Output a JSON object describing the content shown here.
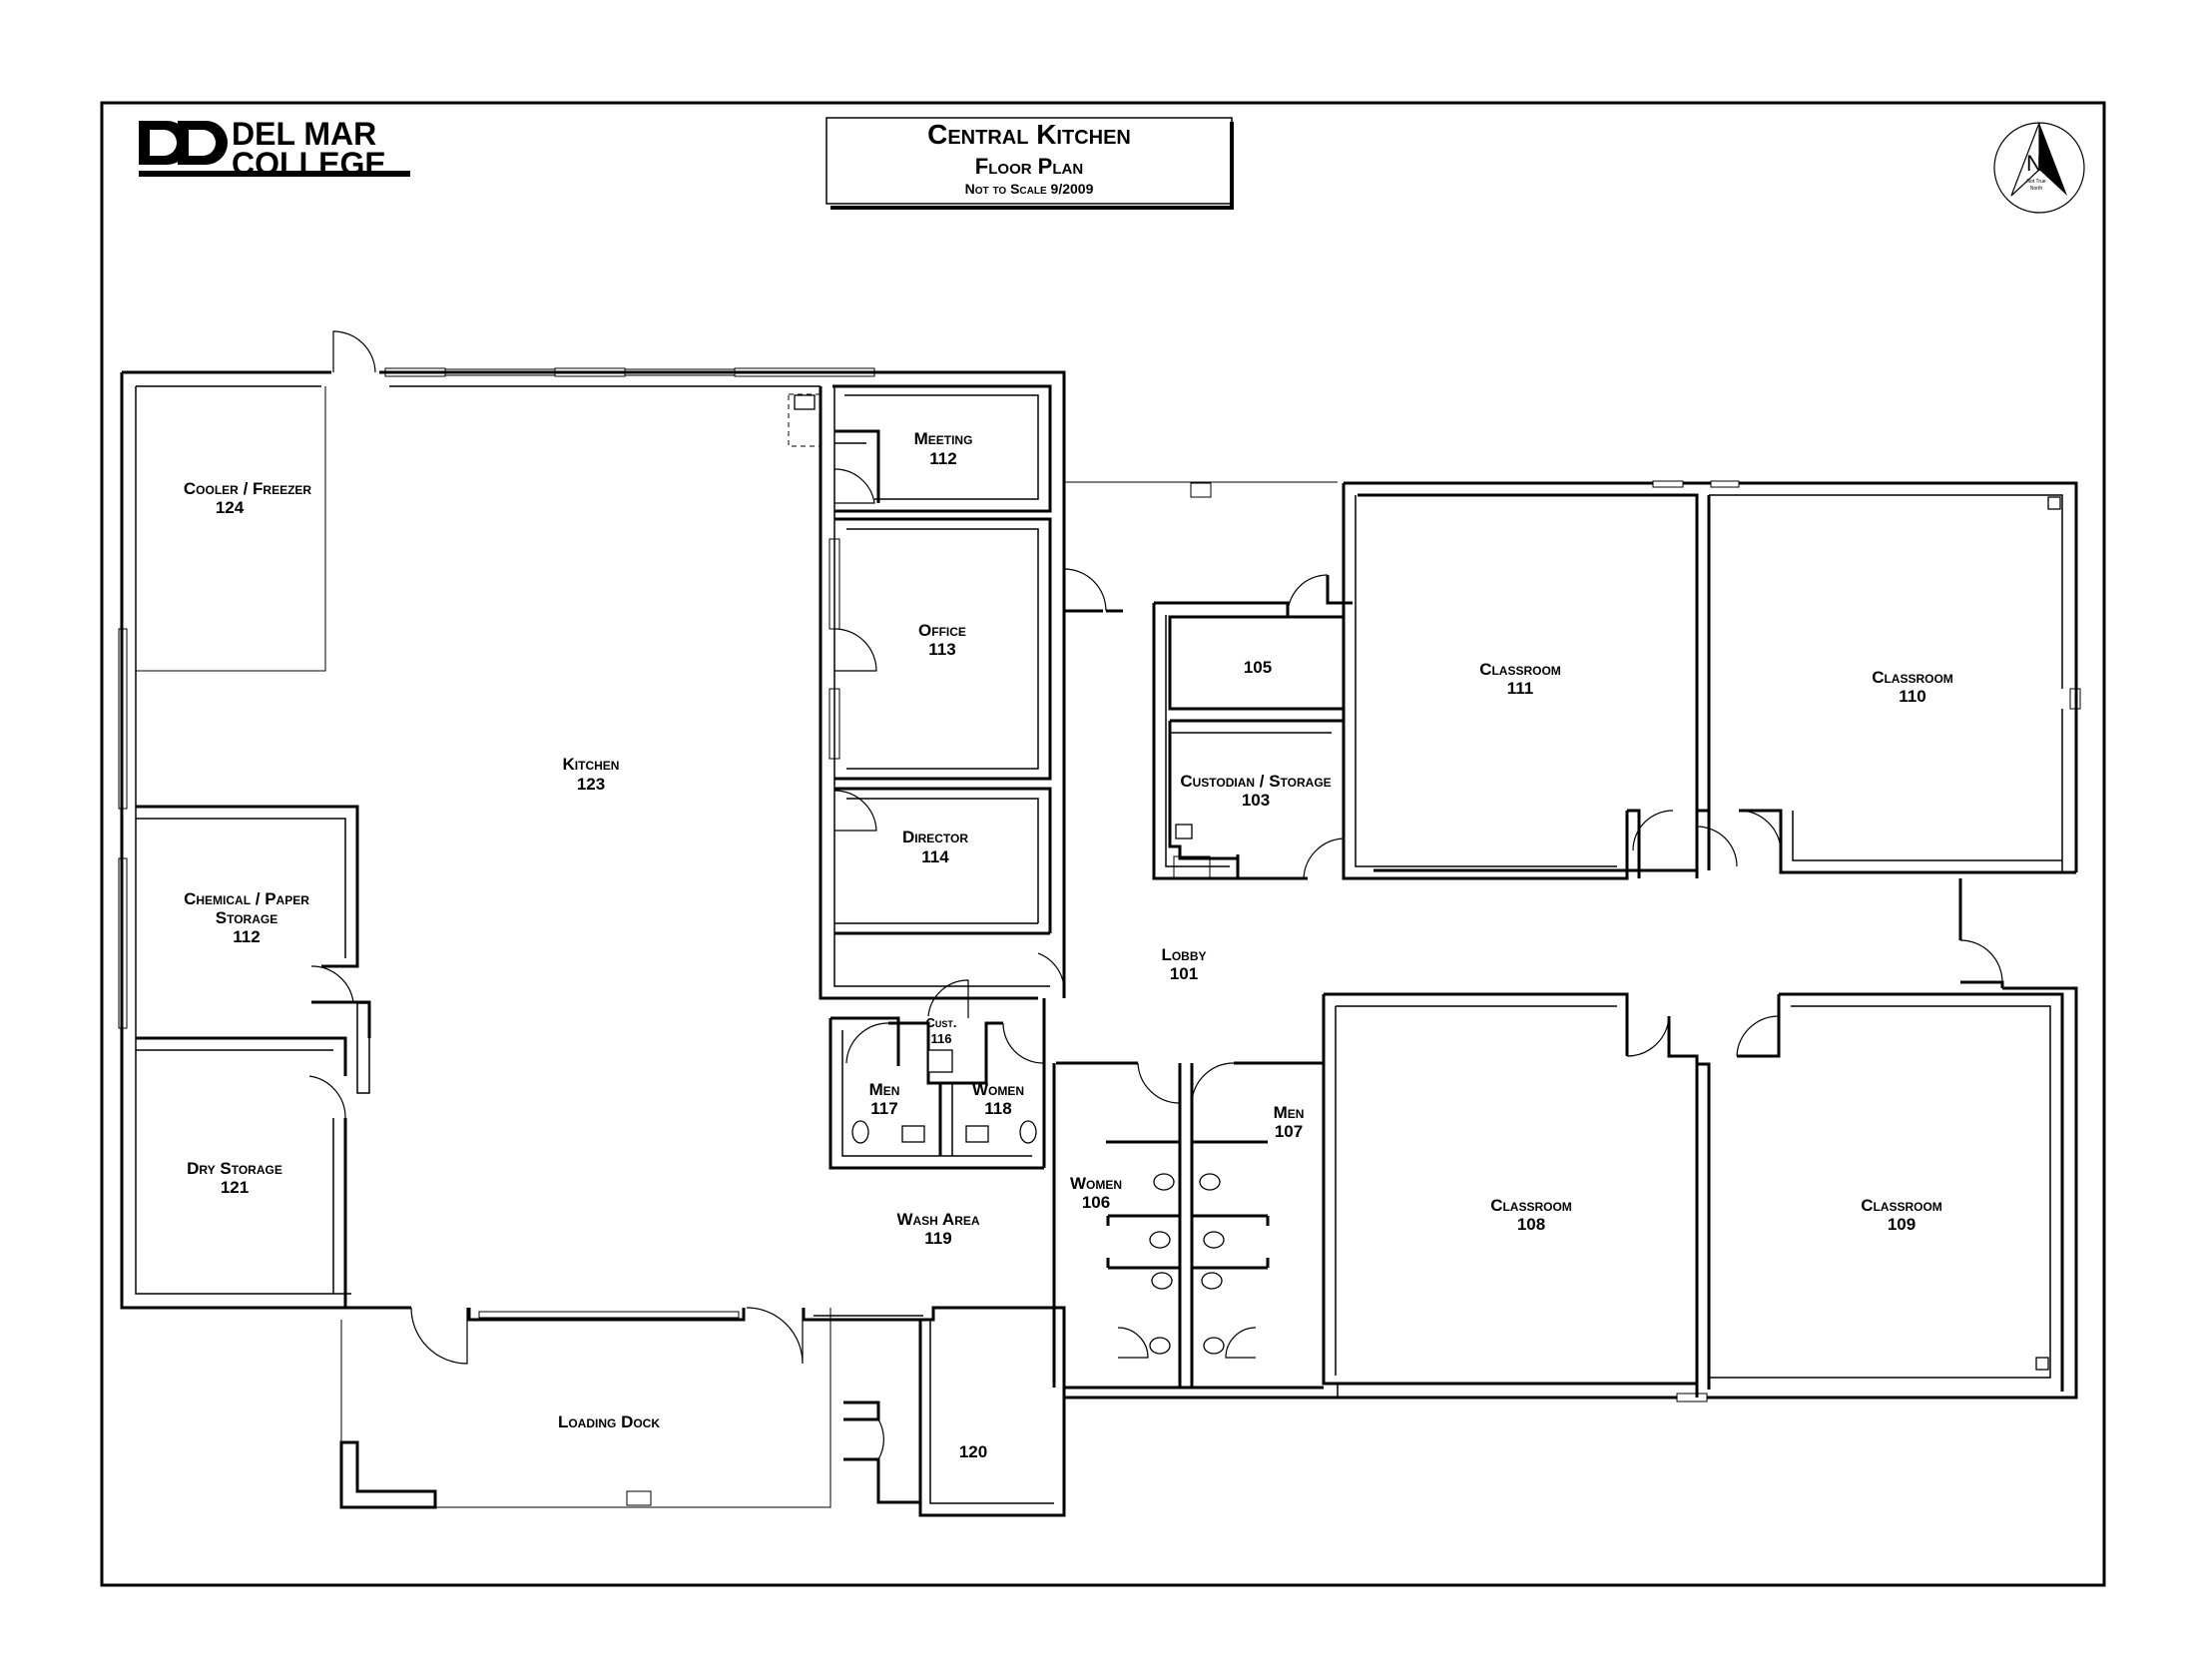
{
  "logo": {
    "line1": "DEL MAR",
    "line2": "COLLEGE"
  },
  "title_block": {
    "title": "Central Kitchen",
    "subtitle": "Floor Plan",
    "note": "Not to Scale 9/2009"
  },
  "north_arrow": {
    "letter": "N",
    "caption_1": "Not True",
    "caption_2": "North"
  },
  "rooms": {
    "cooler": {
      "name": "Cooler / Freezer",
      "number": "124"
    },
    "meeting": {
      "name": "Meeting",
      "number": "112"
    },
    "office": {
      "name": "Office",
      "number": "113"
    },
    "kitchen": {
      "name": "Kitchen",
      "number": "123"
    },
    "director": {
      "name": "Director",
      "number": "114"
    },
    "chemical": {
      "name_1": "Chemical / Paper",
      "name_2": "Storage",
      "number": "112"
    },
    "dry": {
      "name": "Dry Storage",
      "number": "121"
    },
    "cust": {
      "name": "Cust.",
      "number": "116"
    },
    "men117": {
      "name": "Men",
      "number": "117"
    },
    "women118": {
      "name": "Women",
      "number": "118"
    },
    "wash": {
      "name": "Wash Area",
      "number": "119"
    },
    "loading": {
      "name": "Loading Dock"
    },
    "r120": {
      "number": "120"
    },
    "r105": {
      "number": "105"
    },
    "custodian": {
      "name": "Custodian / Storage",
      "number": "103"
    },
    "lobby": {
      "name": "Lobby",
      "number": "101"
    },
    "women106": {
      "name": "Women",
      "number": "106"
    },
    "men107": {
      "name": "Men",
      "number": "107"
    },
    "class111": {
      "name": "Classroom",
      "number": "111"
    },
    "class110": {
      "name": "Classroom",
      "number": "110"
    },
    "class108": {
      "name": "Classroom",
      "number": "108"
    },
    "class109": {
      "name": "Classroom",
      "number": "109"
    }
  }
}
